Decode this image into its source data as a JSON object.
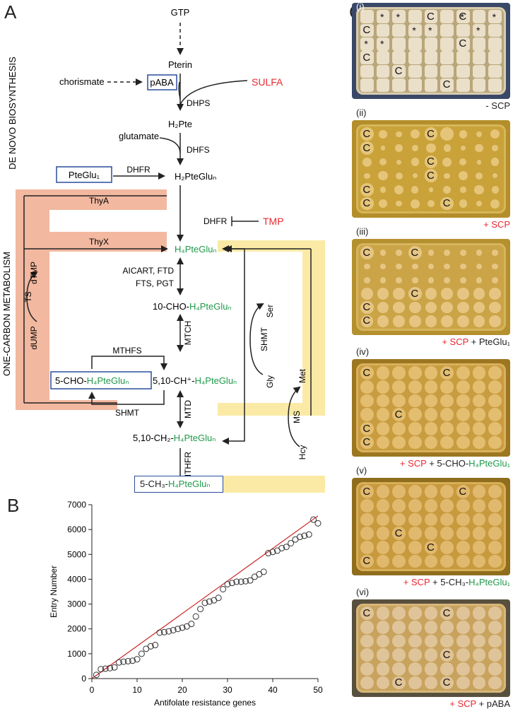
{
  "panels": {
    "a": "A",
    "b": "B",
    "c": "C"
  },
  "pathway": {
    "side_labels": {
      "de_novo": "DE NOVO BIOSYNTHESIS",
      "one_carbon": "ONE-CARBON METABOLISM"
    },
    "metabolites": {
      "gtp": "GTP",
      "pterin": "Pterin",
      "chorismate": "chorismate",
      "paba": "pABA",
      "sulfa": "SULFA",
      "h2pte": "H₂Pte",
      "glutamate": "glutamate",
      "pteglu1": "PteGlu₁",
      "h2ptegluN": "H₂PteGluₙ",
      "tmp": "TMP",
      "h4ptegluN": "H₄PteGluₙ",
      "cho10_prefix": "10-CHO-",
      "cho5_prefix": "5-CHO-",
      "ch_plus_prefix": "5,10-CH⁺-",
      "ch2_prefix": "5,10-CH₂-",
      "ch3_prefix": "5-CH₃-",
      "h4_suffix": "H₄PteGluₙ",
      "dtmp": "dTMP",
      "dump": "dUMP",
      "ser": "Ser",
      "gly": "Gly",
      "met": "Met",
      "hcy": "Hcy"
    },
    "enzymes": {
      "dhps": "DHPS",
      "dhfs": "DHFS",
      "dhfr_top": "DHFR",
      "dhfr": "DHFR",
      "thya": "ThyA",
      "thyx": "ThyX",
      "aicart": "AICART, FTD",
      "fts": "FTS, PGT",
      "mtch": "MTCH",
      "mthfs": "MTHFS",
      "shmt_loop": "SHMT",
      "mtd": "MTD",
      "mthfr": "MTHFR",
      "shmt": "SHMT",
      "ms": "MS",
      "ts": "TS"
    },
    "colors": {
      "salmon": "#f2b8a0",
      "yellow": "#fbeaa5",
      "red": "#e8282f",
      "green": "#1f9a4a",
      "blue_box": "#2a4d9c"
    }
  },
  "chart_data": {
    "type": "scatter",
    "title": "",
    "xlabel": "Antifolate resistance genes",
    "ylabel": "Entry Number",
    "xlim": [
      0,
      50
    ],
    "ylim": [
      0,
      7000
    ],
    "xticks": [
      0,
      10,
      20,
      30,
      40,
      50
    ],
    "yticks": [
      0,
      1000,
      2000,
      3000,
      4000,
      5000,
      6000,
      7000
    ],
    "x": [
      1,
      2,
      3,
      4,
      5,
      6,
      7,
      8,
      9,
      10,
      11,
      12,
      13,
      14,
      15,
      16,
      17,
      18,
      19,
      20,
      21,
      22,
      23,
      24,
      25,
      26,
      27,
      28,
      29,
      30,
      31,
      32,
      33,
      34,
      35,
      36,
      37,
      38,
      39,
      40,
      41,
      42,
      43,
      44,
      45,
      46,
      47,
      48,
      49,
      50
    ],
    "y": [
      150,
      380,
      400,
      420,
      450,
      650,
      680,
      700,
      720,
      780,
      1000,
      1200,
      1300,
      1350,
      1850,
      1870,
      1900,
      1950,
      2000,
      2050,
      2100,
      2200,
      2500,
      2800,
      3050,
      3100,
      3150,
      3250,
      3600,
      3800,
      3850,
      3900,
      3900,
      3920,
      3950,
      4100,
      4200,
      4300,
      5050,
      5100,
      5150,
      5250,
      5300,
      5450,
      5600,
      5700,
      5750,
      5800,
      6400,
      6250
    ],
    "trendline": {
      "x": [
        0,
        50
      ],
      "y": [
        0,
        6550
      ]
    },
    "colors": {
      "points": "#333333",
      "trendline": "#cc2222"
    }
  },
  "plates": [
    {
      "num": "(i)",
      "parts": [
        {
          "text": "- SCP",
          "color": "black"
        }
      ]
    },
    {
      "num": "(ii)",
      "parts": [
        {
          "text": "+ SCP",
          "color": "red"
        }
      ]
    },
    {
      "num": "(iii)",
      "parts": [
        {
          "text": "+ SCP",
          "color": "red"
        },
        {
          "text": " + PteGlu₁",
          "color": "black"
        }
      ]
    },
    {
      "num": "(iv)",
      "parts": [
        {
          "text": "+ SCP",
          "color": "red"
        },
        {
          "text": " + 5-CHO-",
          "color": "black"
        },
        {
          "text": "H₄PteGlu₁",
          "color": "green"
        }
      ]
    },
    {
      "num": "(v)",
      "parts": [
        {
          "text": "+ SCP",
          "color": "red"
        },
        {
          "text": " + 5-CH₃-",
          "color": "black"
        },
        {
          "text": "H₄PteGlu₁",
          "color": "green"
        }
      ]
    },
    {
      "num": "(vi)",
      "parts": [
        {
          "text": "+ SCP",
          "color": "red"
        },
        {
          "text": " + pABA",
          "color": "black"
        }
      ]
    }
  ],
  "plate_marks": {
    "control": "C",
    "star": "*"
  }
}
